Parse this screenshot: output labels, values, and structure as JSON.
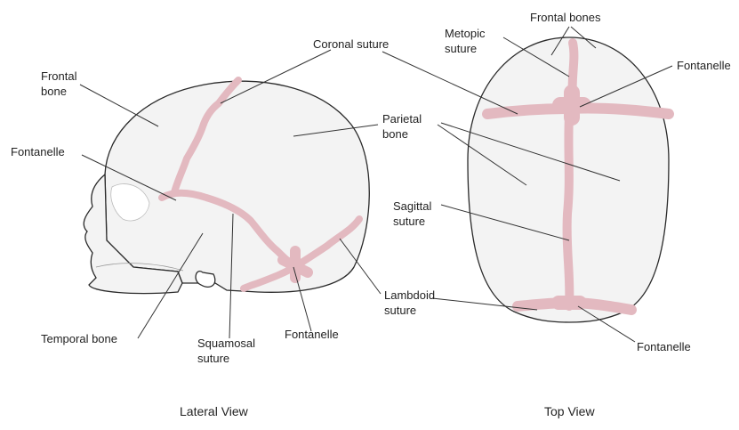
{
  "colors": {
    "suture": "#e3b9c0",
    "skull_fill": "#f3f3f3",
    "outline": "#2a2a2a",
    "text": "#222222"
  },
  "lateral": {
    "caption": "Lateral View",
    "labels": {
      "frontal_bone": [
        "Frontal",
        "bone"
      ],
      "coronal_suture": "Coronal suture",
      "parietal_bone": [
        "Parietal",
        "bone"
      ],
      "fontanelle_anterior": "Fontanelle",
      "temporal_bone": "Temporal bone",
      "squamosal_suture": [
        "Squamosal",
        "suture"
      ],
      "fontanelle_posterior": "Fontanelle",
      "lambdoid_suture": [
        "Lambdoid",
        "suture"
      ]
    }
  },
  "top": {
    "caption": "Top View",
    "labels": {
      "frontal_bones": "Frontal bones",
      "metopic_suture": [
        "Metopic",
        "suture"
      ],
      "fontanelle_anterior": "Fontanelle",
      "sagittal_suture": [
        "Sagittal",
        "suture"
      ],
      "fontanelle_posterior": "Fontanelle"
    }
  }
}
